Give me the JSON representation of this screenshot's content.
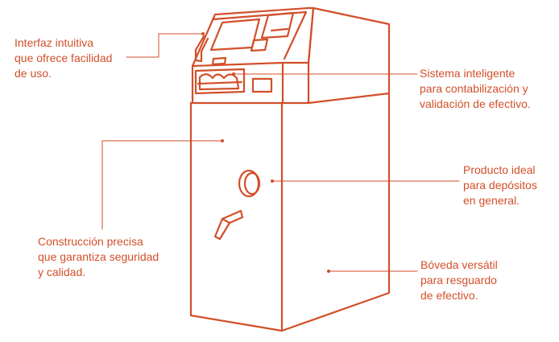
{
  "colors": {
    "accent": "#d24f2a",
    "background": "#ffffff"
  },
  "callouts": [
    {
      "id": "interface",
      "text": "Interfaz intuitiva\nque ofrece facilidad\nde uso."
    },
    {
      "id": "smart-system",
      "text": "Sistema inteligente\npara contabilización y\nvalidación de efectivo."
    },
    {
      "id": "ideal-product",
      "text": "Producto ideal\npara depósitos\nen general."
    },
    {
      "id": "construction",
      "text": "Construcción precisa\nque garantiza seguridad\ny calidad."
    },
    {
      "id": "vault",
      "text": "Bóveda versátil\npara resguardo\nde efectivo."
    }
  ]
}
